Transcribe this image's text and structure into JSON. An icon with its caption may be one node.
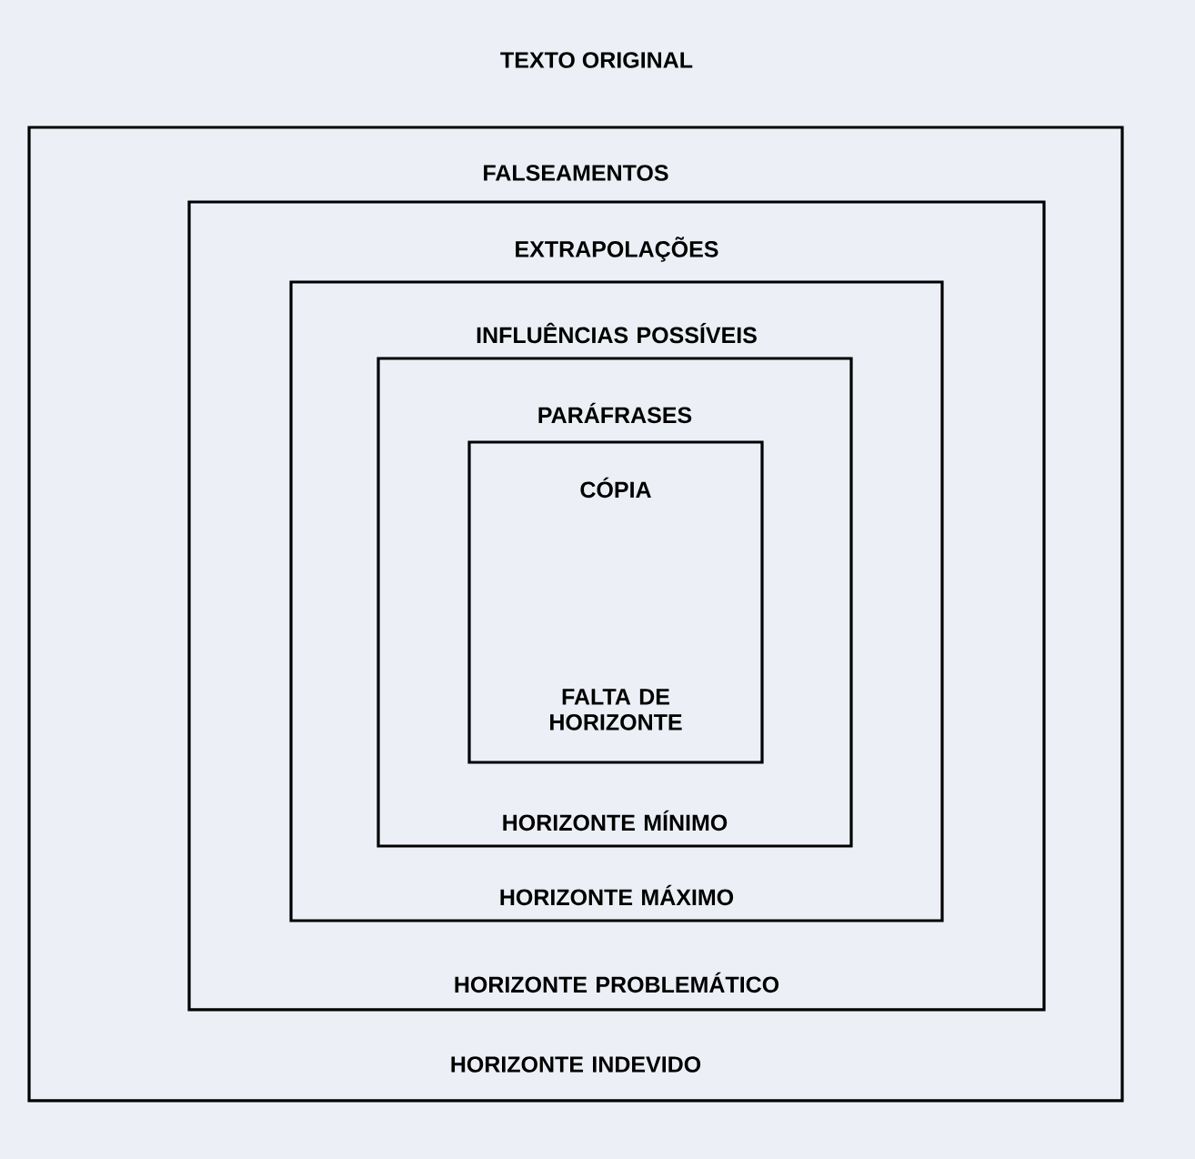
{
  "diagram": {
    "title": "TEXTO ORIGINAL",
    "nodes": [
      {
        "text": [
          "FALSEAMENTOS",
          "HORIZONTE INDEVIDO"
        ]
      },
      {
        "text": [
          "EXTRAPOLAÇÕES",
          "HORIZONTE PROBLEMÁTICO"
        ],
        "in": 0
      },
      {
        "text": [
          "INFLUÊNCIAS POSSÍVEIS",
          "HORIZONTE MÁXIMO"
        ],
        "in": 1
      },
      {
        "text": [
          "PARÁFRASES",
          "HORIZONTE MÍNIMO"
        ],
        "in": 2
      },
      {
        "text": [
          "CÓPIA",
          "FALTA DE HORIZONTE"
        ],
        "in": 3
      }
    ]
  }
}
